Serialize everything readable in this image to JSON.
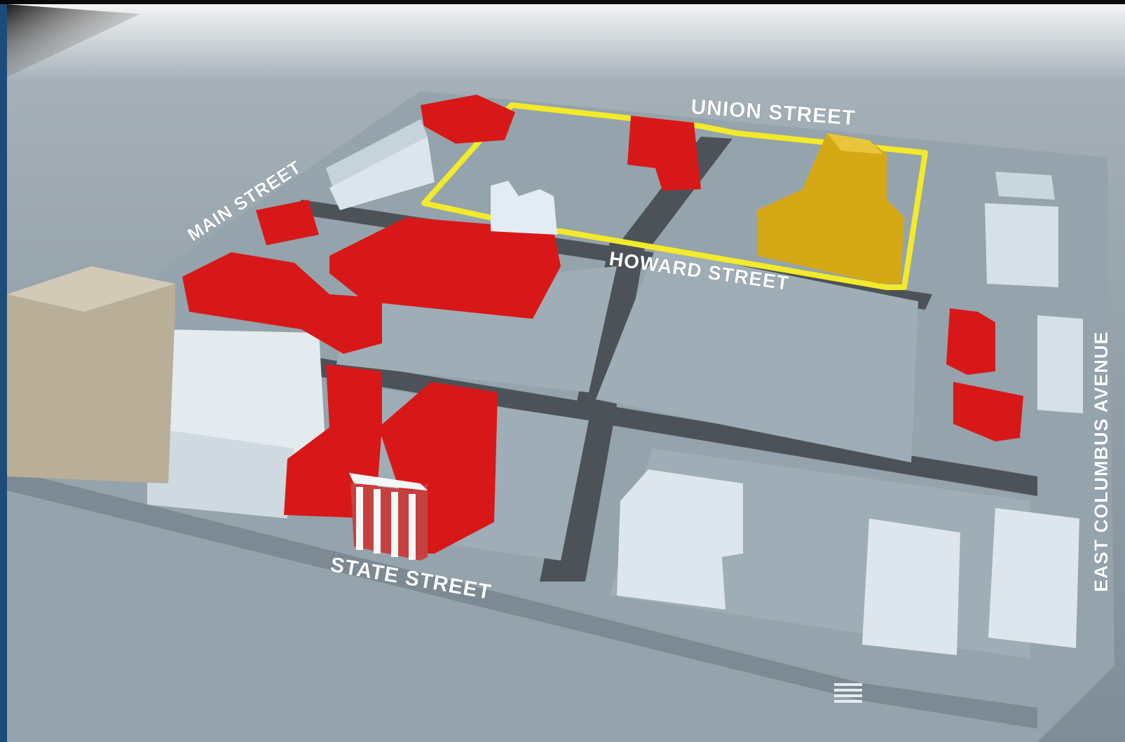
{
  "map": {
    "streets": {
      "union": "UNION STREET",
      "main": "MAIN STREET",
      "howard": "HOWARD STREET",
      "state": "STATE STREET",
      "east_columbus": "EAST COLUMBUS AVENUE"
    },
    "colors": {
      "frame": "#1d4b7a",
      "ground": "#8e9ca6",
      "block": "#9aa8b1",
      "road": "#4f5559",
      "highlight_outline": "#f2ea2a",
      "red_building": "#d81818",
      "gold_building": "#d4a815",
      "white_building": "#cfdde5",
      "tan_building": "#b9ae98"
    }
  }
}
